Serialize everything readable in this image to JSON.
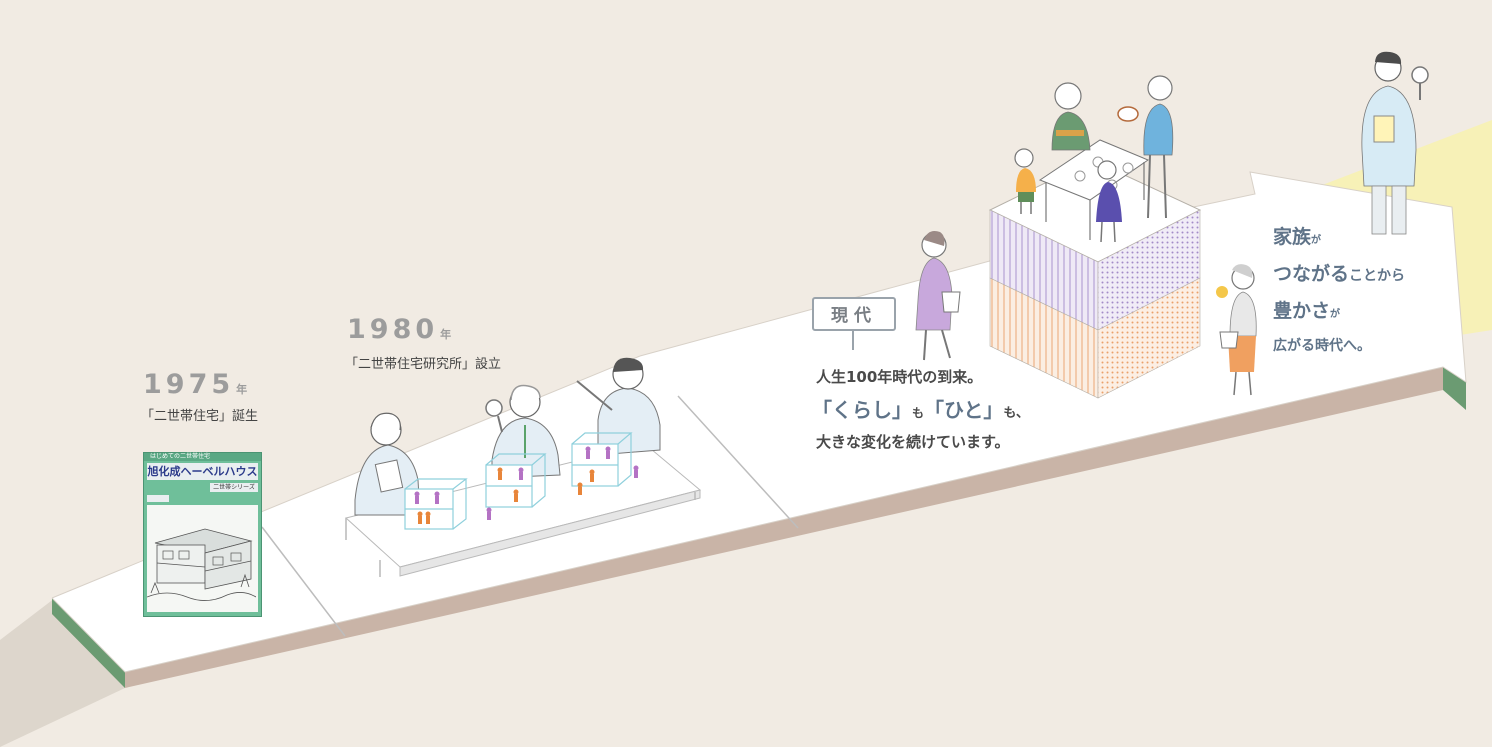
{
  "timeline": {
    "era1975": {
      "year": "1975",
      "unit": "年",
      "caption": "「二世帯住宅」誕生"
    },
    "era1980": {
      "year": "1980",
      "unit": "年",
      "caption": "「二世帯住宅研究所」設立"
    },
    "present": {
      "sign": "現代",
      "line1": "人生100年時代の到来。",
      "line2_q1": "「くらし」",
      "line2_mo1": "も",
      "line2_q2": "「ひと」",
      "line2_mo2": "も、",
      "line3": "大きな変化を続けています。"
    },
    "future": {
      "w1": "家族",
      "w1s": "が",
      "w2": "つながる",
      "w2s": "ことから",
      "w3": "豊かさ",
      "w3s": "が",
      "line4": "広がる時代へ。"
    }
  },
  "brochure": {
    "band": "はじめての二世帯住宅",
    "title": "旭化成ヘーベルハウス",
    "series": "二世帯シリーズ"
  },
  "colors": {
    "background": "#f1ebe3",
    "road_top": "#ffffff",
    "road_side": "#c9b4a7",
    "road_edge_green": "#6b9b72",
    "accent_text": "#5f7388",
    "future_glow": "#f7f1b7",
    "brochure_green": "#6fbf9a"
  }
}
